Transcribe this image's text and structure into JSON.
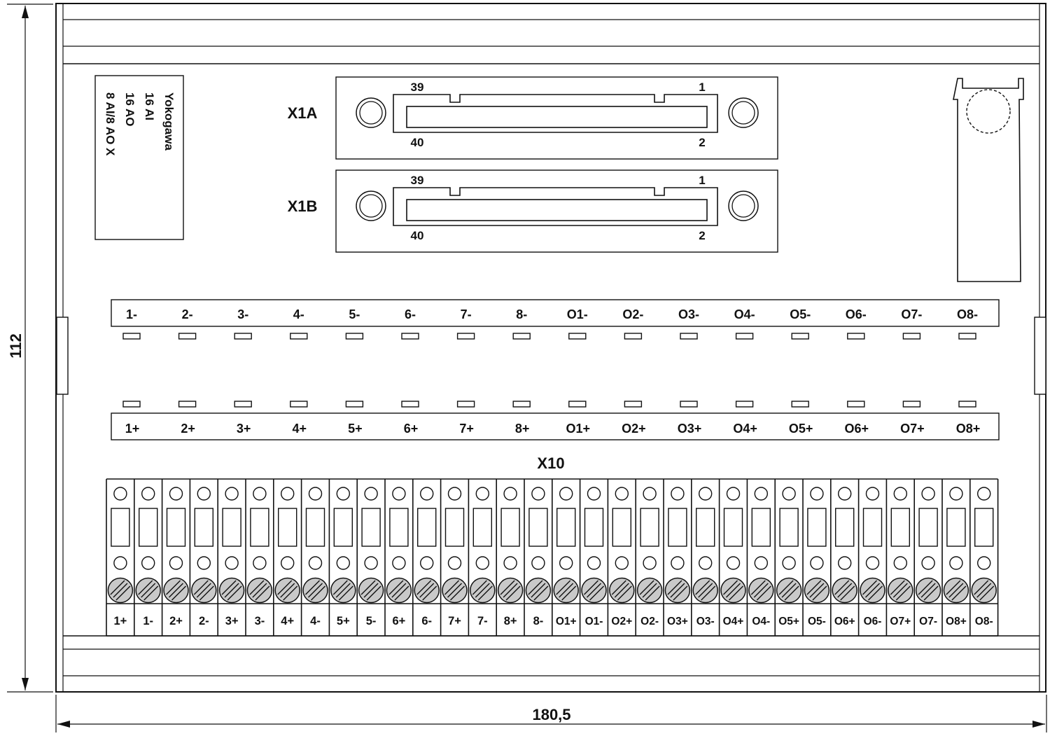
{
  "dimensions": {
    "height_label": "112",
    "width_label": "180,5"
  },
  "label_card": {
    "lines": [
      "Yokogawa",
      "16 AI",
      "16 AO",
      "8 AI/8 AO  X"
    ]
  },
  "connectors": [
    {
      "name": "X1A",
      "pin_top_left": "39",
      "pin_top_right": "1",
      "pin_bottom_left": "40",
      "pin_bottom_right": "2"
    },
    {
      "name": "X1B",
      "pin_top_left": "39",
      "pin_top_right": "1",
      "pin_bottom_left": "40",
      "pin_bottom_right": "2"
    }
  ],
  "led_row_top": {
    "labels": [
      "1-",
      "2-",
      "3-",
      "4-",
      "5-",
      "6-",
      "7-",
      "8-",
      "O1-",
      "O2-",
      "O3-",
      "O4-",
      "O5-",
      "O6-",
      "O7-",
      "O8-"
    ]
  },
  "led_row_bottom": {
    "labels": [
      "1+",
      "2+",
      "3+",
      "4+",
      "5+",
      "6+",
      "7+",
      "8+",
      "O1+",
      "O2+",
      "O3+",
      "O4+",
      "O5+",
      "O6+",
      "O7+",
      "O8+"
    ]
  },
  "terminal_block": {
    "name": "X10",
    "terminals": [
      "1+",
      "1-",
      "2+",
      "2-",
      "3+",
      "3-",
      "4+",
      "4-",
      "5+",
      "5-",
      "6+",
      "6-",
      "7+",
      "7-",
      "8+",
      "8-",
      "O1+",
      "O1-",
      "O2+",
      "O2-",
      "O3+",
      "O3-",
      "O4+",
      "O4-",
      "O5+",
      "O5-",
      "O6+",
      "O6-",
      "O7+",
      "O7-",
      "O8+",
      "O8-"
    ]
  }
}
